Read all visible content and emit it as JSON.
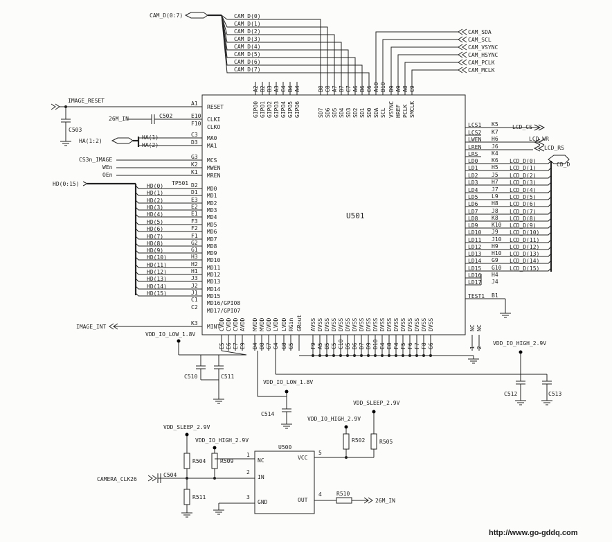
{
  "chip": {
    "name": "U501",
    "top_pins": [
      {
        "num": "A2",
        "sig": "GIPO0"
      },
      {
        "num": "B2",
        "sig": "GIPO1"
      },
      {
        "num": "B3",
        "sig": "GIPO2"
      },
      {
        "num": "A3",
        "sig": "GIPO3"
      },
      {
        "num": "C4",
        "sig": "GIPO4"
      },
      {
        "num": "B4",
        "sig": "GIPO5"
      },
      {
        "num": "A4",
        "sig": "GIPO6"
      },
      {
        "num": "B8",
        "sig": "SD7"
      },
      {
        "num": "C8",
        "sig": "SD6"
      },
      {
        "num": "A7",
        "sig": "SD5"
      },
      {
        "num": "B7",
        "sig": "SD4"
      },
      {
        "num": "C7",
        "sig": "SD3"
      },
      {
        "num": "A6",
        "sig": "SD2"
      },
      {
        "num": "B6",
        "sig": "SD1"
      },
      {
        "num": "C6",
        "sig": "SD0"
      },
      {
        "num": "A10",
        "sig": "SDA"
      },
      {
        "num": "B10",
        "sig": "SCL"
      },
      {
        "num": "B9",
        "sig": "VSYNC"
      },
      {
        "num": "A9",
        "sig": "HREF"
      },
      {
        "num": "A8",
        "sig": "PCLK"
      },
      {
        "num": "C9",
        "sig": "SMCLK"
      }
    ],
    "left_pins": [
      {
        "num": "A1",
        "sig": "RESET"
      },
      {
        "num": "E10",
        "sig": "CLKI"
      },
      {
        "num": "F10",
        "sig": "CLKO"
      },
      {
        "num": "C3",
        "sig": "MA0"
      },
      {
        "num": "D3",
        "sig": "MA1"
      },
      {
        "num": "G3",
        "sig": "MCS"
      },
      {
        "num": "K2",
        "sig": "MWEN"
      },
      {
        "num": "K1",
        "sig": "MREN"
      },
      {
        "num": "D2",
        "sig": "MD0"
      },
      {
        "num": "D1",
        "sig": "MD1"
      },
      {
        "num": "E3",
        "sig": "MD2"
      },
      {
        "num": "E2",
        "sig": "MD3"
      },
      {
        "num": "E1",
        "sig": "MD4"
      },
      {
        "num": "F3",
        "sig": "MD5"
      },
      {
        "num": "F2",
        "sig": "MD6"
      },
      {
        "num": "F1",
        "sig": "MD7"
      },
      {
        "num": "G2",
        "sig": "MD8"
      },
      {
        "num": "G1",
        "sig": "MD9"
      },
      {
        "num": "H3",
        "sig": "MD10"
      },
      {
        "num": "H2",
        "sig": "MD11"
      },
      {
        "num": "H1",
        "sig": "MD12"
      },
      {
        "num": "J3",
        "sig": "MD13"
      },
      {
        "num": "J2",
        "sig": "MD14"
      },
      {
        "num": "J1",
        "sig": "MD15"
      },
      {
        "num": "C1",
        "sig": "MD16/GPIO8"
      },
      {
        "num": "C2",
        "sig": "MD17/GPIO7"
      },
      {
        "num": "K3",
        "sig": "MINT"
      }
    ],
    "right_pins": [
      {
        "num": "K5",
        "sig": "LCS1"
      },
      {
        "num": "K7",
        "sig": "LCS2"
      },
      {
        "num": "H6",
        "sig": "LWEN"
      },
      {
        "num": "J6",
        "sig": "LREN"
      },
      {
        "num": "K4",
        "sig": "LRS"
      },
      {
        "num": "K6",
        "sig": "LD0"
      },
      {
        "num": "H5",
        "sig": "LD1"
      },
      {
        "num": "J5",
        "sig": "LD2"
      },
      {
        "num": "H7",
        "sig": "LD3"
      },
      {
        "num": "J7",
        "sig": "LD4"
      },
      {
        "num": "L9",
        "sig": "LD5"
      },
      {
        "num": "H8",
        "sig": "LD6"
      },
      {
        "num": "J8",
        "sig": "LD7"
      },
      {
        "num": "K8",
        "sig": "LD8"
      },
      {
        "num": "K10",
        "sig": "LD9"
      },
      {
        "num": "J9",
        "sig": "LD10"
      },
      {
        "num": "J10",
        "sig": "LD11"
      },
      {
        "num": "H9",
        "sig": "LD12"
      },
      {
        "num": "H10",
        "sig": "LD13"
      },
      {
        "num": "G9",
        "sig": "LD14"
      },
      {
        "num": "G10",
        "sig": "LD15"
      },
      {
        "num": "H4",
        "sig": "LD16"
      },
      {
        "num": "J4",
        "sig": "LD17"
      },
      {
        "num": "B1",
        "sig": "TEST1"
      }
    ],
    "bottom_pins": [
      {
        "num": "E5",
        "sig": "CVDD"
      },
      {
        "num": "E6",
        "sig": "CVDD"
      },
      {
        "num": "E7",
        "sig": "CVDD"
      },
      {
        "num": "E9",
        "sig": "AVDD"
      },
      {
        "num": "D4",
        "sig": "MVDD"
      },
      {
        "num": "D8",
        "sig": "MVDD"
      },
      {
        "num": "G7",
        "sig": "GVDD"
      },
      {
        "num": "G4",
        "sig": "LVDD"
      },
      {
        "num": "G8",
        "sig": "LVDD"
      },
      {
        "num": "G5",
        "sig": "RGin"
      },
      {
        "num": "",
        "sig": "GRout"
      },
      {
        "num": "F9",
        "sig": "AVSS"
      },
      {
        "num": "A5",
        "sig": "DVSS"
      },
      {
        "num": "B5",
        "sig": "DVSS"
      },
      {
        "num": "C5",
        "sig": "DVSS"
      },
      {
        "num": "C10",
        "sig": "DVSS"
      },
      {
        "num": "D5",
        "sig": "DVSS"
      },
      {
        "num": "D6",
        "sig": "DVSS"
      },
      {
        "num": "D7",
        "sig": "DVSS"
      },
      {
        "num": "D9",
        "sig": "DVSS"
      },
      {
        "num": "D10",
        "sig": "DVSS"
      },
      {
        "num": "E4",
        "sig": "DVSS"
      },
      {
        "num": "E8",
        "sig": "DVSS"
      },
      {
        "num": "F4",
        "sig": "DVSS"
      },
      {
        "num": "F5",
        "sig": "DVSS"
      },
      {
        "num": "F6",
        "sig": "DVSS"
      },
      {
        "num": "F7",
        "sig": "DVSS"
      },
      {
        "num": "F8",
        "sig": "DVSS"
      },
      {
        "num": "G6",
        "sig": "DVSS"
      },
      {
        "num": "1",
        "sig": "NC"
      },
      {
        "num": "2",
        "sig": "NC"
      }
    ]
  },
  "nets": {
    "cam_bus": "CAM_D(0:7)",
    "cam_lines": [
      "CAM_D(0)",
      "CAM_D(1)",
      "CAM_D(2)",
      "CAM_D(3)",
      "CAM_D(4)",
      "CAM_D(5)",
      "CAM_D(6)",
      "CAM_D(7)"
    ],
    "cam_ctrl": [
      "CAM_SDA",
      "CAM_SCL",
      "CAM_VSYNC",
      "CAM_HSYNC",
      "CAM_PCLK",
      "CAM_MCLK"
    ],
    "image_reset": "IMAGE_RESET",
    "clk_in": "26M_IN",
    "ha_bus": "HA(1:2)",
    "ha_lines": [
      "HA(1)",
      "HA(2)"
    ],
    "mem_ctrl": [
      "CS3n_IMAGE",
      "WEn",
      "OEn"
    ],
    "hd_bus": "HD(0:15)",
    "tp": "TP501",
    "hd_lines": [
      "HD(0)",
      "HD(1)",
      "HD(2)",
      "HD(3)",
      "HD(4)",
      "HD(5)",
      "HD(6)",
      "HD(7)",
      "HD(8)",
      "HD(9)",
      "HD(10)",
      "HD(11)",
      "HD(12)",
      "HD(13)",
      "HD(14)",
      "HD(15)"
    ],
    "image_int": "IMAGE_INT",
    "lcd_cs": "LCD_CS",
    "lcd_wr": "LCD_WR",
    "lcd_rs": "LCD_RS",
    "cd_bus": "CD_D",
    "lcd_lines": [
      "LCD_D(0)",
      "LCD_D(1)",
      "LCD_D(2)",
      "LCD_D(3)",
      "LCD_D(4)",
      "LCD_D(5)",
      "LCD_D(6)",
      "LCD_D(7)",
      "LCD_D(8)",
      "LCD_D(9)",
      "LCD_D(10)",
      "LCD_D(11)",
      "LCD_D(12)",
      "LCD_D(13)",
      "LCD_D(14)",
      "LCD_D(15)"
    ],
    "vdd_low": "VDD_IO_LOW_1.8V",
    "vdd_low2": "VDD_IO_LOW_1.8V",
    "vdd_high": "VDD_IO_HIGH_2.9V",
    "vdd_sleep_a": "VDD_SLEEP_2.9V",
    "vdd_high_a": "VDD_IO_HIGH_2.9V",
    "vdd_sleep_b": "VDD_SLEEP_2.9V",
    "vdd_high_b": "VDD_IO_HIGH_2.9V",
    "camera_clk": "CAMERA_CLK26",
    "osc_out_net": "26M_IN"
  },
  "parts": {
    "c502": "C502",
    "c503": "C503",
    "c510": "C510",
    "c511": "C511",
    "c512": "C512",
    "c513": "C513",
    "c514": "C514",
    "c504": "C504",
    "r504": "R504",
    "r509": "R509",
    "r511": "R511",
    "r502": "R502",
    "r505": "R505",
    "r510": "R510"
  },
  "osc": {
    "name": "U500",
    "pins_left": [
      {
        "num": "1",
        "sig": "NC"
      },
      {
        "num": "2",
        "sig": "IN"
      },
      {
        "num": "3",
        "sig": "GND"
      }
    ],
    "pins_right": [
      {
        "num": "5",
        "sig": "VCC"
      },
      {
        "num": "4",
        "sig": "OUT"
      }
    ]
  },
  "footer_url": "http://www.go-gddq.com"
}
